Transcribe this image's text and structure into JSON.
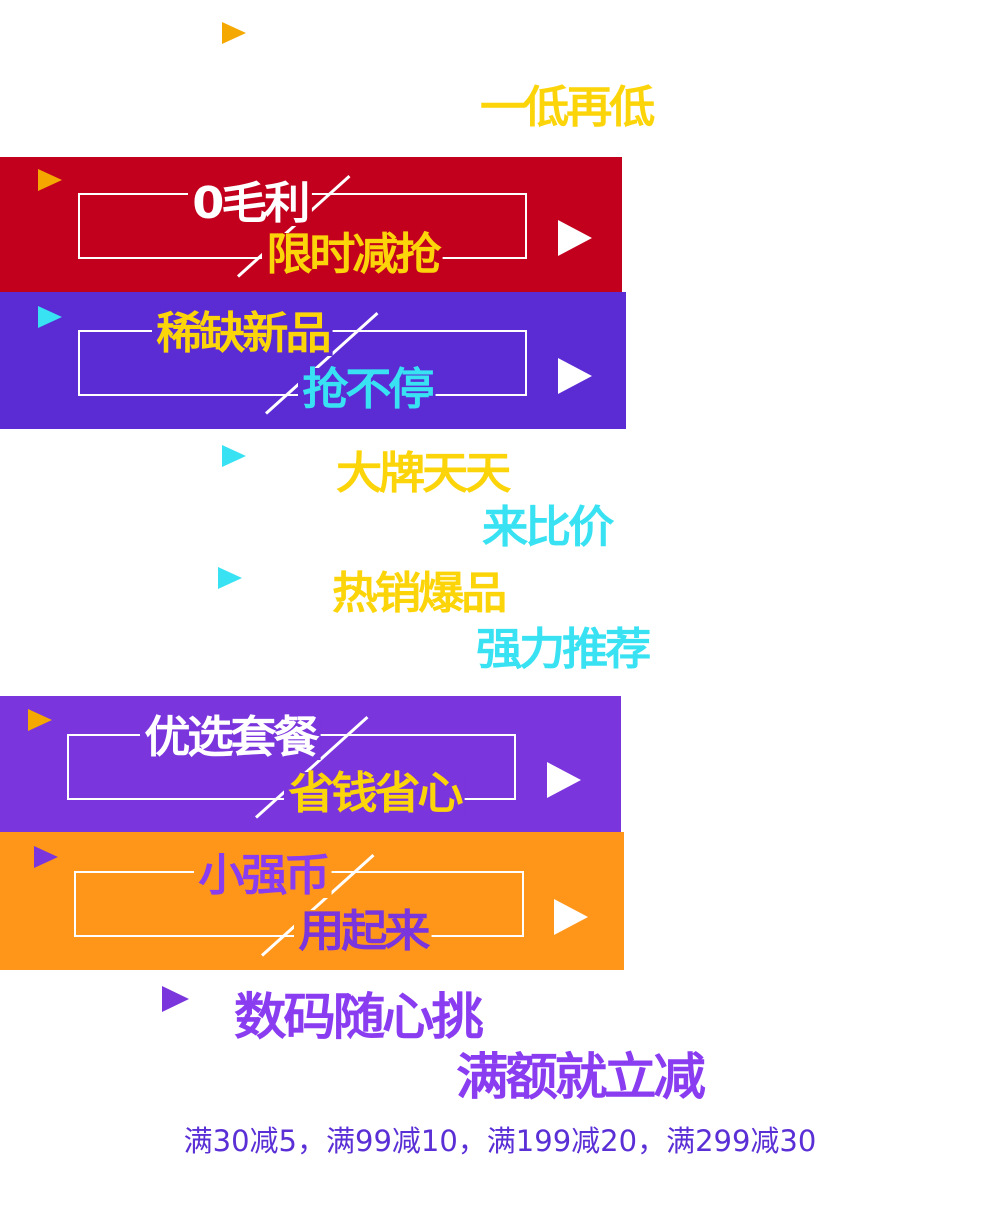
{
  "colors": {
    "yellow": "#fcd40a",
    "cyan": "#38e2f2",
    "orange_tri": "#f5a900",
    "red_bg": "#c2001e",
    "blue_purple_bg": "#5b2bd4",
    "purple_bg": "#7a35dc",
    "orange_bg": "#ff961a",
    "violet_text": "#8a3cf0",
    "white": "#ffffff"
  },
  "titles": {
    "t1": "一低再低",
    "t2_a": "0毛利",
    "t2_b": "限时减抢",
    "t3_a": "稀缺新品",
    "t3_b": "抢不停",
    "t4_a": "大牌天天",
    "t4_b": "来比价",
    "t5_a": "热销爆品",
    "t5_b": "强力推荐",
    "t6_a": "优选套餐",
    "t6_b": "省钱省心",
    "t7_a": "小强币",
    "t7_b": "用起来",
    "t8_a": "数码随心挑",
    "t8_b": "满额就立减"
  },
  "promo_text": "满30减5，满99减10，满199减20，满299减30"
}
